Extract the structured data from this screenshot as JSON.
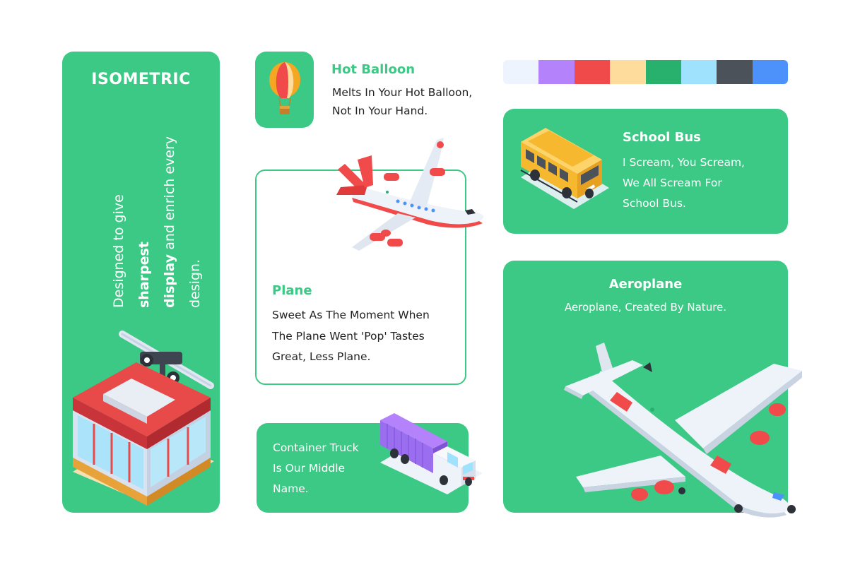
{
  "left_panel": {
    "title": "ISOMETRIC",
    "line1_pre": "Designed to give ",
    "line1_bold": "sharpest",
    "line2_bold": "display",
    "line2_post": " and enrich every",
    "line3": "design."
  },
  "hot_balloon": {
    "title": "Hot Balloon",
    "desc_line1": "Melts In Your Hot Balloon,",
    "desc_line2": "Not In Your Hand."
  },
  "palette": [
    "#eef4fd",
    "#b482fa",
    "#f04a4a",
    "#fddc9c",
    "#27b16d",
    "#9ee2fd",
    "#4c5259",
    "#4d91fb"
  ],
  "plane": {
    "title": "Plane",
    "desc_line1": "Sweet As The Moment When",
    "desc_line2": "The Plane Went 'Pop' Tastes",
    "desc_line3": "Great, Less Plane."
  },
  "school_bus": {
    "title": "School Bus",
    "desc_line1": "I Scream, You Scream,",
    "desc_line2": "We All Scream For",
    "desc_line3": "School Bus."
  },
  "container_truck": {
    "desc_line1": "Container Truck",
    "desc_line2": "Is Our Middle",
    "desc_line3": "Name."
  },
  "aeroplane": {
    "title": "Aeroplane",
    "desc": "Aeroplane, Created By Nature."
  },
  "colors": {
    "green": "#3bc985",
    "white": "#ffffff",
    "text_dark": "#222222"
  },
  "icons": {
    "cable_car": "cable-car-icon",
    "hot_balloon": "hot-balloon-icon",
    "plane": "plane-icon",
    "school_bus": "school-bus-icon",
    "truck": "container-truck-icon",
    "aeroplane": "aeroplane-icon"
  }
}
